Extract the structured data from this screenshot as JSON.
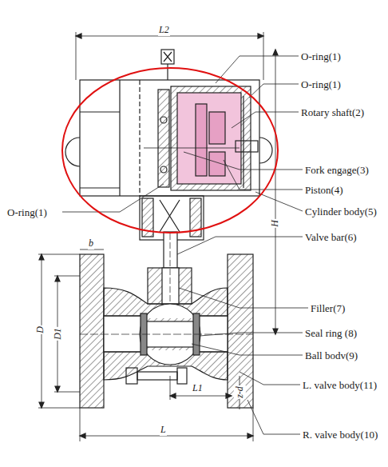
{
  "diagram": {
    "labels": [
      "L2",
      "O-ring(1)",
      "O-ring(1)",
      "Rotary shaft(2)",
      "Fork engage(3)",
      "Piston(4)",
      "Cylinder body(5)",
      "O-ring(1)",
      "Valve bar(6)",
      "Filler(7)",
      "Seal ring (8)",
      "Ball bodv(9)",
      "L. valve body(11)",
      "R. valve body(10)",
      "b",
      "H",
      "D",
      "D1",
      "L1",
      "L",
      "z-d"
    ]
  }
}
